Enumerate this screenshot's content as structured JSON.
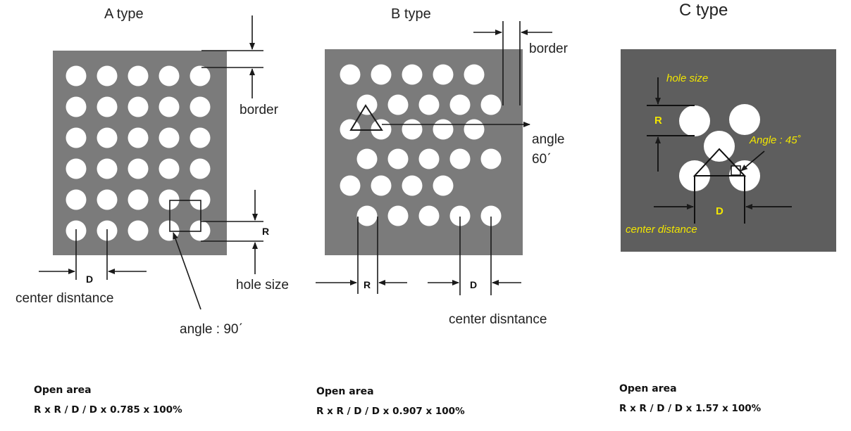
{
  "panels": {
    "a": {
      "title": "A type",
      "border_label": "border",
      "r_label": "R",
      "hole_size_label": "hole size",
      "d_label": "D",
      "center_distance_label": "center disntance",
      "angle_label": "angle : 90ˊ"
    },
    "b": {
      "title": "B type",
      "border_label": "border",
      "angle_label_line1": "angle",
      "angle_label_line2": "60ˊ",
      "r_label": "R",
      "d_label": "D",
      "center_distance_label": "center disntance"
    },
    "c": {
      "title": "C type",
      "hole_size_label": "hole size",
      "r_label": "R",
      "angle_label": "Angle : 45˚",
      "d_label": "D",
      "center_distance_label": "center distance"
    }
  },
  "formulas": [
    {
      "title": "Open area",
      "text": "R x R / D / D x 0.785 x 100%"
    },
    {
      "title": "Open area",
      "text": "R x R / D / D x 0.907 x 100%"
    },
    {
      "title": "Open area",
      "text": "R x R / D / D x 1.57 x 100%"
    }
  ],
  "colors": {
    "plate": "#7b7b7b",
    "plate_dark": "#5e5e5e",
    "hole": "#ffffff",
    "line": "#1a1a1a",
    "highlight_text": "#f2e600"
  }
}
